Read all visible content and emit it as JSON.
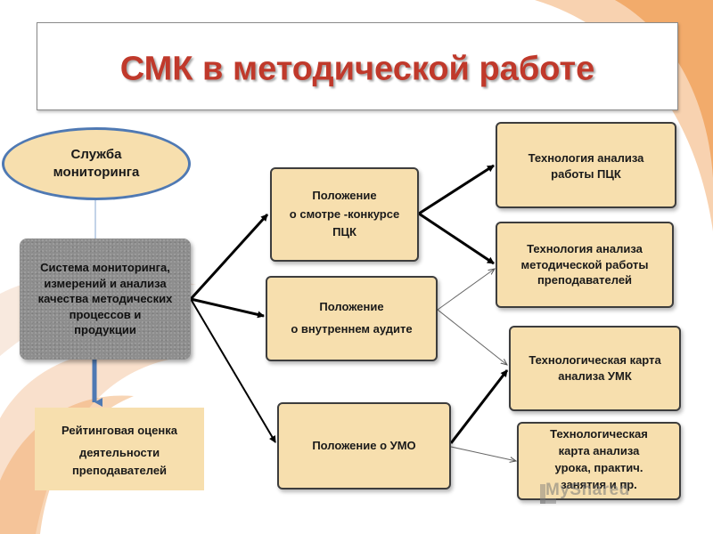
{
  "title": "СМК в методической работе",
  "service": {
    "line1": "Служба",
    "line2": "мониторинга"
  },
  "system": {
    "lines": [
      "Система мониторинга,",
      "измерений и анализа",
      "качества методических",
      "процессов и",
      "продукции"
    ]
  },
  "rating": {
    "lines": [
      "Рейтинговая оценка",
      "деятельности",
      "преподавателей"
    ]
  },
  "middle": [
    {
      "lines": [
        "Положение",
        "о смотре -конкурсе",
        "ПЦК"
      ]
    },
    {
      "lines": [
        "Положение",
        "о внутреннем аудите"
      ]
    },
    {
      "lines": [
        "Положение о УМО"
      ]
    }
  ],
  "right": [
    {
      "lines": [
        "Технология анализа",
        "работы ПЦК"
      ]
    },
    {
      "lines": [
        "Технология анализа",
        "методической работы",
        "преподавателей"
      ]
    },
    {
      "lines": [
        "Технологическая карта",
        "анализа УМК"
      ]
    },
    {
      "lines": [
        "Технологическая",
        "карта анализа",
        "урока, практич.",
        "занятия и пр."
      ]
    }
  ],
  "watermark": "MyShared",
  "colors": {
    "box_fill": "#f7dfae",
    "title_red": "#c0392b",
    "oval_border": "#4f79b3",
    "gray_box": "#8e8e8e",
    "swoosh_orange": "#f0a25a"
  }
}
